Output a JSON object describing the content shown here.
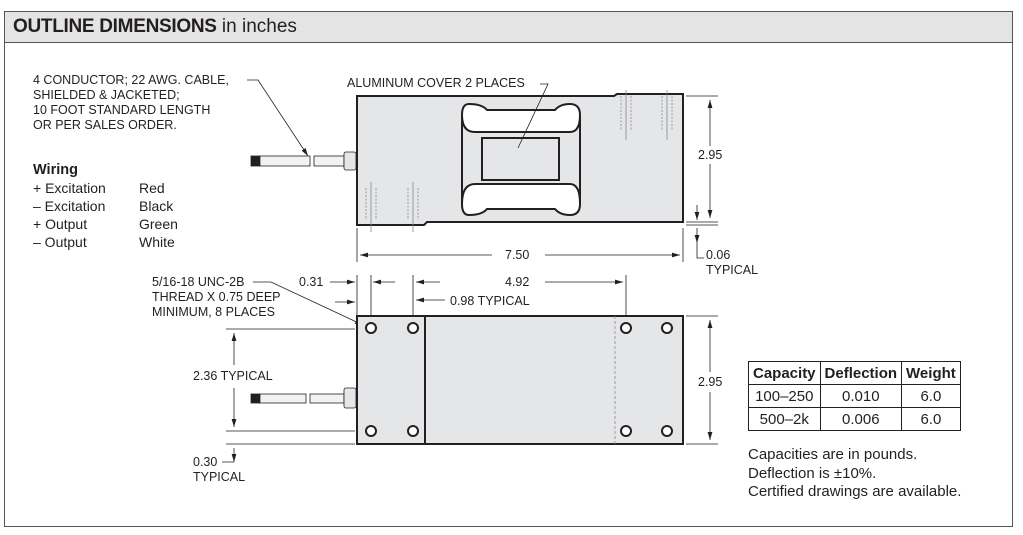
{
  "header": {
    "title_bold": "OUTLINE DIMENSIONS",
    "title_rest": " in inches"
  },
  "callouts": {
    "cable": [
      "4 CONDUCTOR; 22 AWG. CABLE,",
      "SHIELDED & JACKETED;",
      "10 FOOT STANDARD LENGTH",
      "OR PER SALES ORDER."
    ],
    "cover": "ALUMINUM COVER 2 PLACES",
    "thread": [
      "5/16-18 UNC-2B",
      "THREAD X 0.75 DEEP",
      "MINIMUM, 8 PLACES"
    ]
  },
  "dimensions": {
    "height_top": "2.95",
    "length": "7.50",
    "step": "0.06",
    "step_note": "TYPICAL",
    "hole_offset": "0.31",
    "hole_span": "4.92",
    "hole_pitch": "0.98 TYPICAL",
    "hole_width": "2.36 TYPICAL",
    "height_bottom": "2.95",
    "edge": "0.30",
    "edge_note": "TYPICAL"
  },
  "wiring": {
    "title": "Wiring",
    "rows": [
      {
        "signal": "+ Excitation",
        "color": "Red"
      },
      {
        "signal": "– Excitation",
        "color": "Black"
      },
      {
        "signal": "+ Output",
        "color": "Green"
      },
      {
        "signal": "– Output",
        "color": "White"
      }
    ]
  },
  "spec_table": {
    "headers": [
      "Capacity",
      "Deflection",
      "Weight"
    ],
    "rows": [
      [
        "100–250",
        "0.010",
        "6.0"
      ],
      [
        "500–2k",
        "0.006",
        "6.0"
      ]
    ]
  },
  "notes": [
    "Capacities are in pounds.",
    "Deflection is ±10%.",
    "Certified drawings are available."
  ]
}
